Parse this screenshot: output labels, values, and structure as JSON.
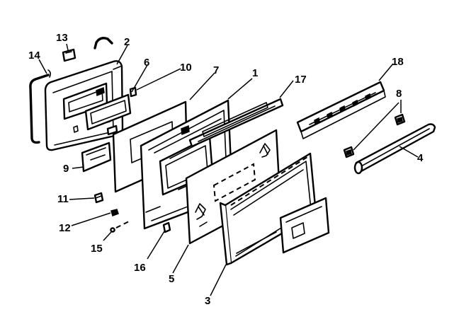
{
  "callouts": [
    {
      "id": "c1",
      "text": "1"
    },
    {
      "id": "c2",
      "text": "2"
    },
    {
      "id": "c3",
      "text": "3"
    },
    {
      "id": "c4",
      "text": "4"
    },
    {
      "id": "c5",
      "text": "5"
    },
    {
      "id": "c6",
      "text": "6"
    },
    {
      "id": "c7",
      "text": "7"
    },
    {
      "id": "c8",
      "text": "8"
    },
    {
      "id": "c9",
      "text": "9"
    },
    {
      "id": "c10",
      "text": "10"
    },
    {
      "id": "c11",
      "text": "11"
    },
    {
      "id": "c12",
      "text": "12"
    },
    {
      "id": "c13",
      "text": "13"
    },
    {
      "id": "c14",
      "text": "14"
    },
    {
      "id": "c15",
      "text": "15"
    },
    {
      "id": "c16",
      "text": "16"
    },
    {
      "id": "c17",
      "text": "17"
    },
    {
      "id": "c18",
      "text": "18"
    }
  ],
  "colors": {
    "line": "#000000",
    "background": "#ffffff"
  }
}
